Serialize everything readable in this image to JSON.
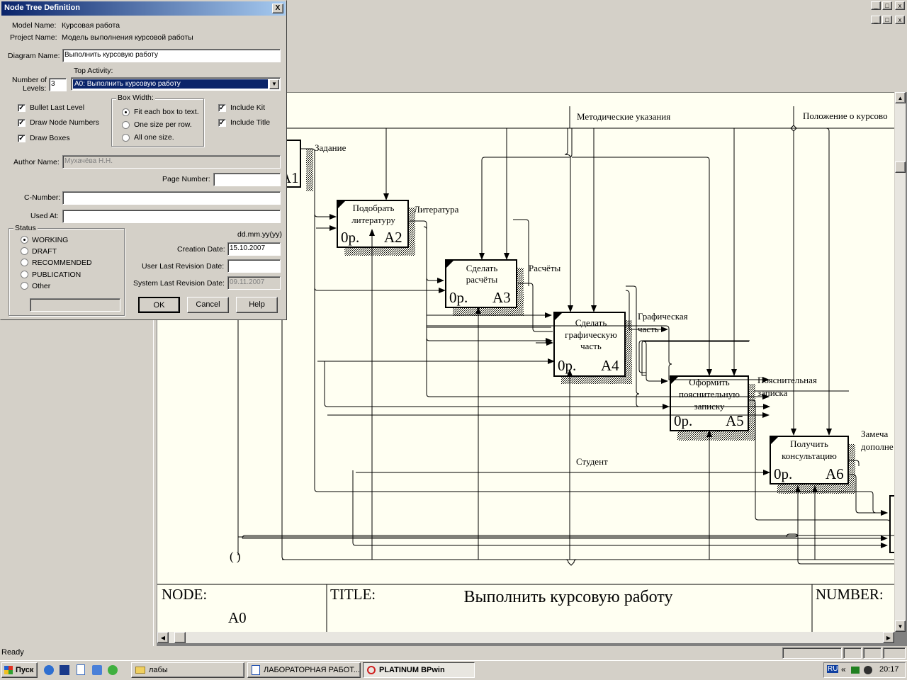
{
  "window": {
    "controls": [
      "_",
      "□",
      "x"
    ]
  },
  "diagram": {
    "arrows": {
      "metodich": "Методические указания",
      "polozhenie": "Положение о курсово",
      "zadanie": "Задание",
      "literatura": "Литература",
      "raschety": "Расчёты",
      "graf1": "Графическая",
      "graf2": "часть",
      "poyasn1": "Пояснительная",
      "poyasn2": "записка",
      "student": "Студент",
      "zamech1": "Замеча",
      "zamech2": "дополне"
    },
    "boxes": [
      {
        "l1": "Подобрать",
        "l2": "литературу",
        "l3": "",
        "cost": "0р.",
        "num": "A2"
      },
      {
        "l1": "Сделать",
        "l2": "расчёты",
        "l3": "",
        "cost": "0р.",
        "num": "A3"
      },
      {
        "l1": "Сделать",
        "l2": "графическую",
        "l3": "часть",
        "cost": "0р.",
        "num": "A4"
      },
      {
        "l1": "Оформить",
        "l2": "пояснительную",
        "l3": "записку",
        "cost": "0р.",
        "num": "A5"
      },
      {
        "l1": "Получить",
        "l2": "консультацию",
        "l3": "",
        "cost": "0р.",
        "num": "A6"
      }
    ],
    "a1_num": "A1",
    "tunnel": "( )",
    "frame": {
      "node_label": "NODE:",
      "node_value": "A0",
      "title_label": "TITLE:",
      "title_value": "Выполнить курсовую работу",
      "number_label": "NUMBER:"
    }
  },
  "dialog": {
    "title": "Node Tree Definition",
    "model_name_label": "Model Name:",
    "model_name": "Курсовая работа",
    "project_name_label": "Project Name:",
    "project_name": "Модель выполнения курсовой работы",
    "diagram_name_label": "Diagram Name:",
    "diagram_name": "Выполнить курсовую работу",
    "levels_label1": "Number of",
    "levels_label2": "Levels:",
    "levels": "3",
    "top_activity_label": "Top Activity:",
    "top_activity": "A0:  Выполнить курсовую работу",
    "checks_left": [
      {
        "label": "Bullet Last Level",
        "checked": true
      },
      {
        "label": "Draw Node Numbers",
        "checked": true
      },
      {
        "label": "Draw Boxes",
        "checked": true
      }
    ],
    "box_width_title": "Box Width:",
    "box_width": [
      {
        "label": "Fit each box to text.",
        "selected": true
      },
      {
        "label": "One size per row.",
        "selected": false
      },
      {
        "label": "All one size.",
        "selected": false
      }
    ],
    "checks_right": [
      {
        "label": "Include Kit",
        "checked": true
      },
      {
        "label": "Include Title",
        "checked": true
      }
    ],
    "author_label": "Author Name:",
    "author": "Мухачёва Н.Н.",
    "page_number_label": "Page Number:",
    "page_number": "",
    "c_number_label": "C-Number:",
    "c_number": "",
    "used_at_label": "Used At:",
    "used_at": "",
    "status_title": "Status",
    "status": [
      {
        "label": "WORKING",
        "selected": true
      },
      {
        "label": "DRAFT",
        "selected": false
      },
      {
        "label": "RECOMMENDED",
        "selected": false
      },
      {
        "label": "PUBLICATION",
        "selected": false
      },
      {
        "label": "Other",
        "selected": false
      }
    ],
    "date_format": "dd.mm.yy(yy)",
    "creation_label": "Creation Date:",
    "creation": "15.10.2007",
    "user_rev_label": "User Last Revision Date:",
    "user_rev": "",
    "sys_rev_label": "System Last Revision Date:",
    "sys_rev": "09.11.2007",
    "ok": "OK",
    "cancel": "Cancel",
    "help": "Help",
    "close": "X"
  },
  "statusbar": {
    "text": "Ready"
  },
  "taskbar": {
    "start": "Пуск",
    "tasks": [
      "лабы",
      "ЛАБОРАТОРНАЯ РАБОТ...",
      "PLATINUM BPwin"
    ],
    "lang": "RU",
    "chevron": "«",
    "time": "20:17"
  }
}
